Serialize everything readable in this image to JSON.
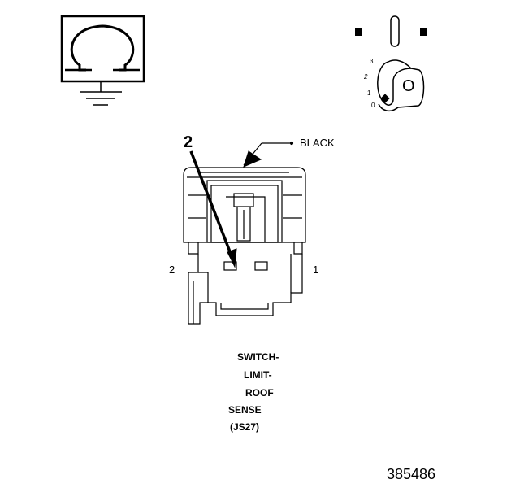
{
  "symbols": {
    "ohm_icon": "ohm-ground-icon",
    "ignition_icon": "ignition-key-icon",
    "ignition_positions": [
      "3",
      "2",
      "1",
      "0"
    ],
    "key_label": "O"
  },
  "connector": {
    "color_callout": "BLACK",
    "pointer_number": "2",
    "pin_left": "2",
    "pin_right": "1"
  },
  "title_lines": [
    "SWITCH-",
    "LIMIT-",
    "ROOF",
    "SENSE",
    "(JS27)"
  ],
  "figure_number": "385486"
}
